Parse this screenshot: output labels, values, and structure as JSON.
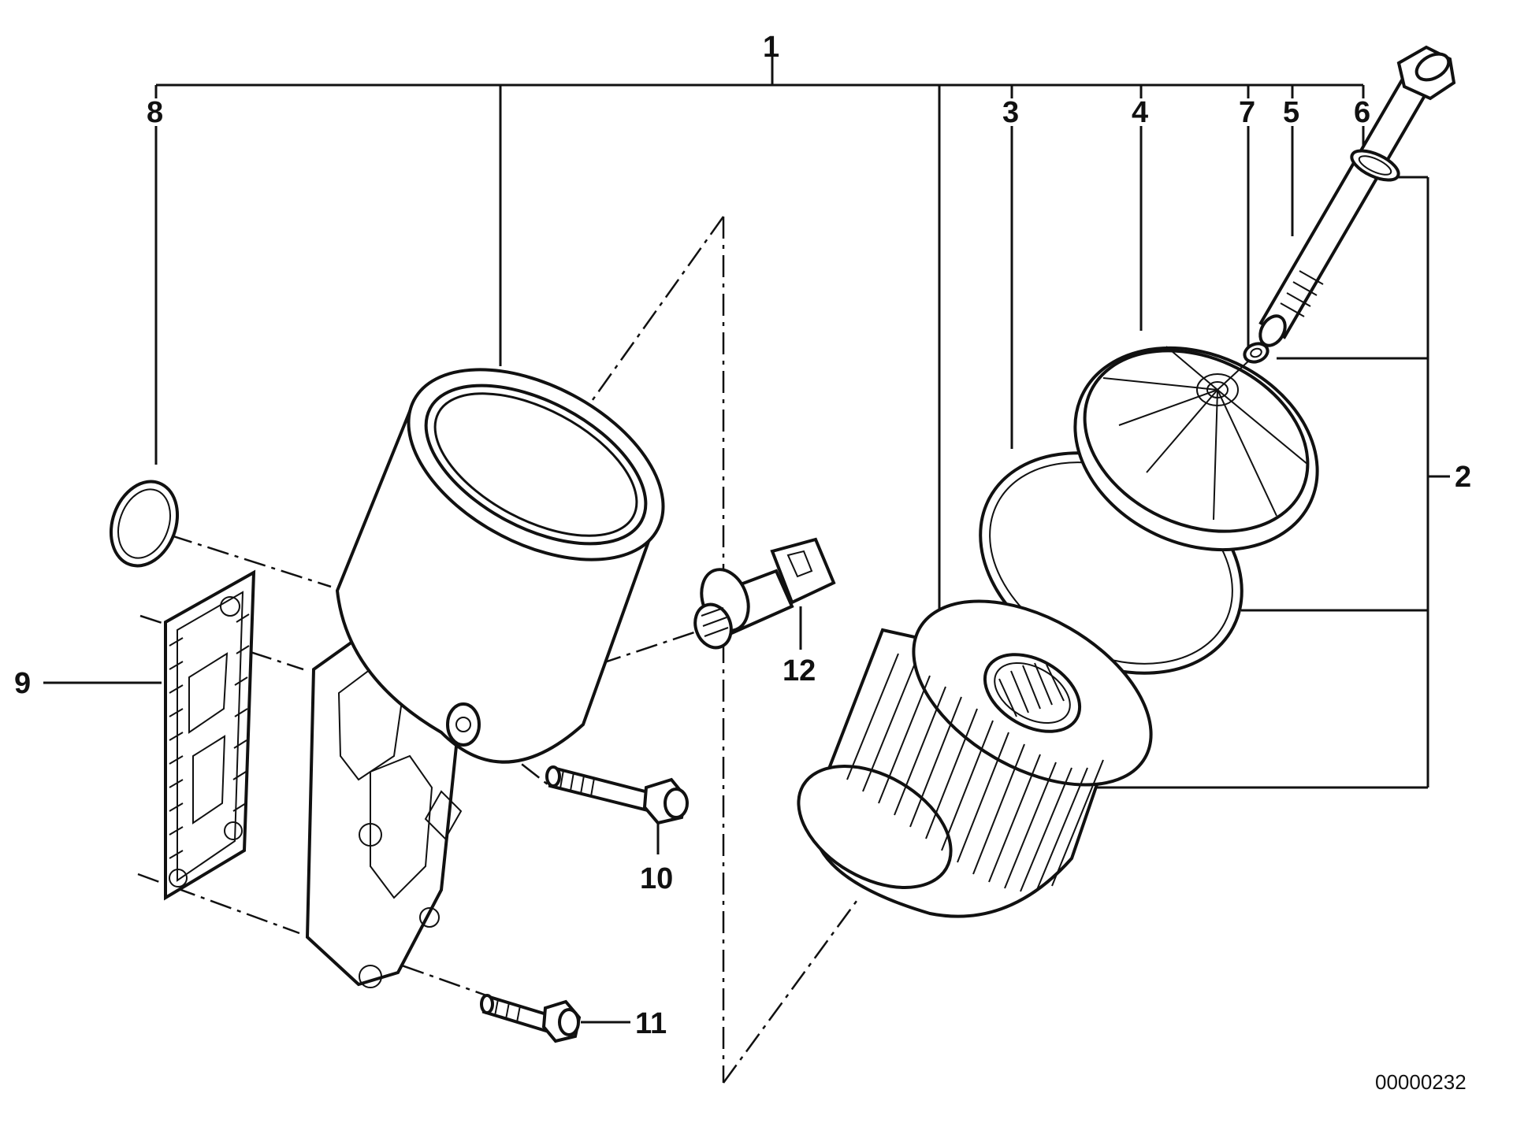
{
  "callouts": {
    "c1": "1",
    "c2": "2",
    "c3": "3",
    "c4": "4",
    "c5": "5",
    "c6": "6",
    "c7": "7",
    "c8": "8",
    "c9": "9",
    "c10": "10",
    "c11": "11",
    "c12": "12"
  },
  "diagram_ref": "00000232"
}
